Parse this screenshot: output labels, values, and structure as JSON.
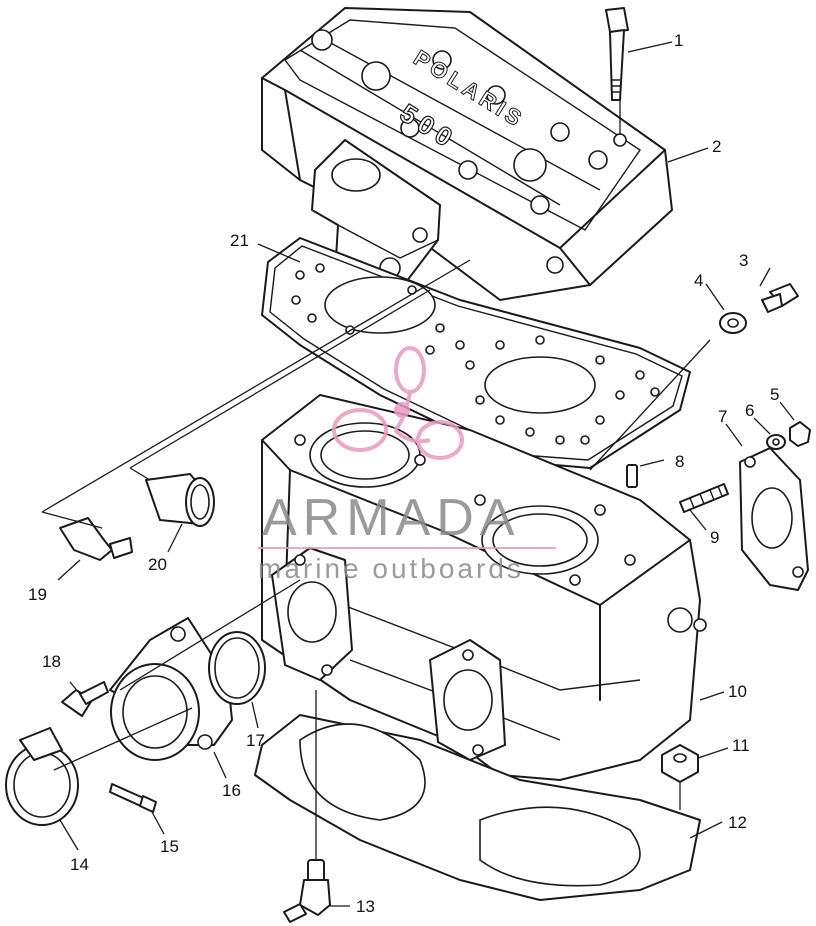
{
  "callouts": [
    {
      "id": "1",
      "label": "1"
    },
    {
      "id": "2",
      "label": "2"
    },
    {
      "id": "3",
      "label": "3"
    },
    {
      "id": "4",
      "label": "4"
    },
    {
      "id": "5",
      "label": "5"
    },
    {
      "id": "6",
      "label": "6"
    },
    {
      "id": "7",
      "label": "7"
    },
    {
      "id": "8",
      "label": "8"
    },
    {
      "id": "9",
      "label": "9"
    },
    {
      "id": "10",
      "label": "10"
    },
    {
      "id": "11",
      "label": "11"
    },
    {
      "id": "12",
      "label": "12"
    },
    {
      "id": "13",
      "label": "13"
    },
    {
      "id": "14",
      "label": "14"
    },
    {
      "id": "15",
      "label": "15"
    },
    {
      "id": "16",
      "label": "16"
    },
    {
      "id": "17",
      "label": "17"
    },
    {
      "id": "18",
      "label": "18"
    },
    {
      "id": "19",
      "label": "19"
    },
    {
      "id": "20",
      "label": "20"
    },
    {
      "id": "21",
      "label": "21"
    }
  ],
  "head_embossing": {
    "brand": "POLARIS",
    "model": "500"
  },
  "watermark": {
    "title": "ARMADA",
    "subtitle": "marine outboards",
    "logo_color": "#e89ac0",
    "text_color": "#8a8a8a"
  }
}
